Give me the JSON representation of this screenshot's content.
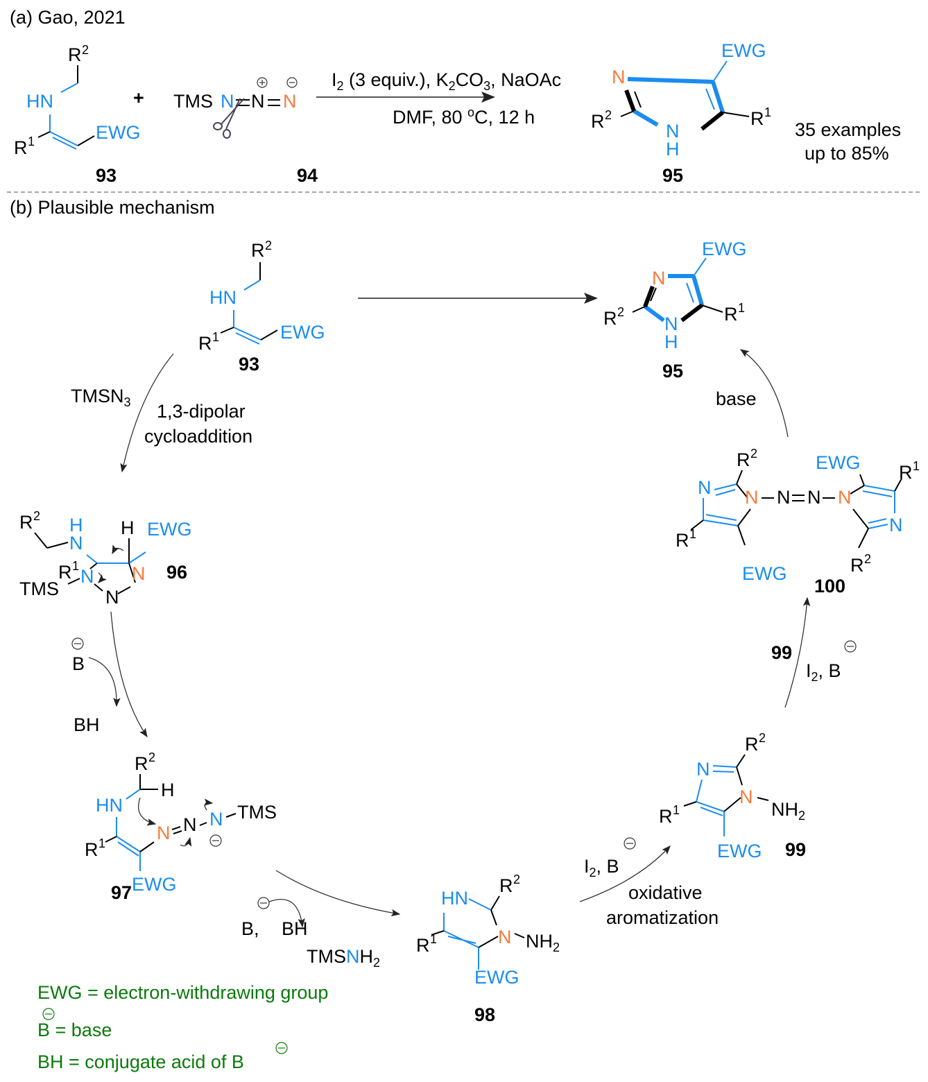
{
  "panel_a": {
    "title": "(a) Gao, 2021",
    "plus": "+",
    "conditions_line1_prefix": "I",
    "conditions_line1_sub": "2",
    "conditions_line1_mid": " (3 equiv.), K",
    "conditions_line1_sub2": "2",
    "conditions_line1_mid2": "CO",
    "conditions_line1_sub3": "3",
    "conditions_line1_end": ", NaOAc",
    "conditions_line2_a": "DMF, 80 ",
    "conditions_line2_sup": "o",
    "conditions_line2_b": "C, 12 h",
    "scope_line1": "35 examples",
    "scope_line2": "up to 85%",
    "compound_93": "93",
    "compound_94": "94",
    "compound_95": "95",
    "tms": "TMS",
    "n": "N",
    "eq": "=",
    "plus_charge": "+",
    "minus_charge": "−"
  },
  "panel_b": {
    "title": "(b) Plausible mechanism",
    "step_tmsn3": "TMSN",
    "step_tmsn3_sub": "3",
    "step_cyclo_1": "1,3-dipolar",
    "step_cyclo_2": "cycloaddition",
    "base_label": "base",
    "b_label": "B",
    "bh_label": "BH",
    "b_comma": "B,",
    "tmsnh2_tms": "TMS",
    "tmsnh2_n": "N",
    "tmsnh2_h": "H",
    "tmsnh2_sub": "2",
    "i2b": "I",
    "i2b_sub": "2",
    "i2b_end": ", B",
    "oxidative_1": "oxidative",
    "oxidative_2": "aromatization",
    "reagent_99": "99",
    "compound_93": "93",
    "compound_95": "95",
    "compound_96": "96",
    "compound_97": "97",
    "compound_98": "98",
    "compound_99": "99",
    "compound_100": "100"
  },
  "atoms": {
    "R": "R",
    "one": "1",
    "two": "2",
    "HN": "HN",
    "H": "H",
    "N": "N",
    "EWG": "EWG",
    "TMS": "TMS",
    "NH": "NH",
    "N_eq_N": "N=N",
    "minus": "−"
  },
  "legend": {
    "line1": "EWG = electron-withdrawing group",
    "line2_b": "B",
    "line2_rest": " = base",
    "line3": "BH = conjugate acid of B"
  },
  "colors": {
    "highlight_blue": "#1a8cf0",
    "highlight_orange": "#f77b3c",
    "legend_green": "#0a7a0a"
  }
}
